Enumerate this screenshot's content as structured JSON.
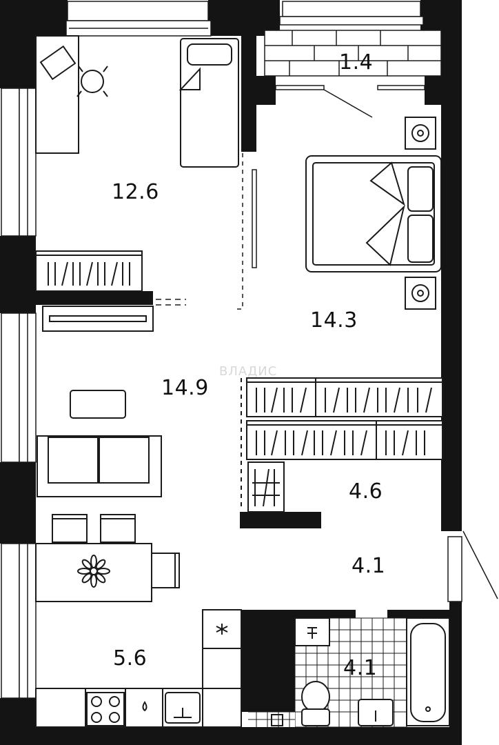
{
  "plan": {
    "watermark": "ВЛАДИС",
    "rooms": [
      {
        "id": "bedroom-small",
        "area": "12.6"
      },
      {
        "id": "bedroom-main",
        "area": "14.3"
      },
      {
        "id": "living",
        "area": "14.9"
      },
      {
        "id": "kitchen",
        "area": "5.6"
      },
      {
        "id": "storage",
        "area": "4.6"
      },
      {
        "id": "hall",
        "area": "4.1"
      },
      {
        "id": "bathroom",
        "area": "4.1"
      },
      {
        "id": "balcony",
        "area": "1.4"
      }
    ],
    "colors": {
      "wall": "#141414",
      "line": "#1a1a1a",
      "background": "#ffffff",
      "watermark": "#d8d8d8"
    }
  }
}
